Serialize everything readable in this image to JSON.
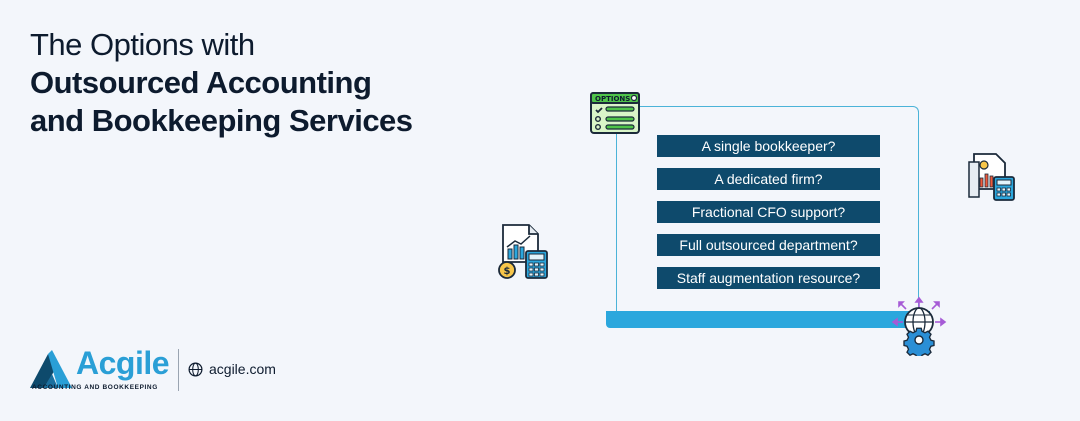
{
  "title": {
    "line1": "The Options with",
    "line2": "Outsourced Accounting",
    "line3": "and Bookkeeping Services"
  },
  "options_badge": "OPTIONS",
  "options": [
    "A single bookkeeper?",
    "A dedicated firm?",
    "Fractional CFO support?",
    "Full outsourced department?",
    "Staff augmentation resource?"
  ],
  "brand": {
    "name": "Acgile",
    "tagline": "ACCOUNTING AND BOOKKEEPING",
    "website": "acgile.com",
    "colors": {
      "primary": "#2a9fd6",
      "dark": "#0e4a6c",
      "accent": "#2ba7dd"
    }
  },
  "icons": {
    "options_checklist": "checklist-icon",
    "report_left": "financial-report-icon",
    "report_right": "financial-report-icon",
    "network_gear": "network-gear-icon",
    "globe": "globe-icon"
  }
}
